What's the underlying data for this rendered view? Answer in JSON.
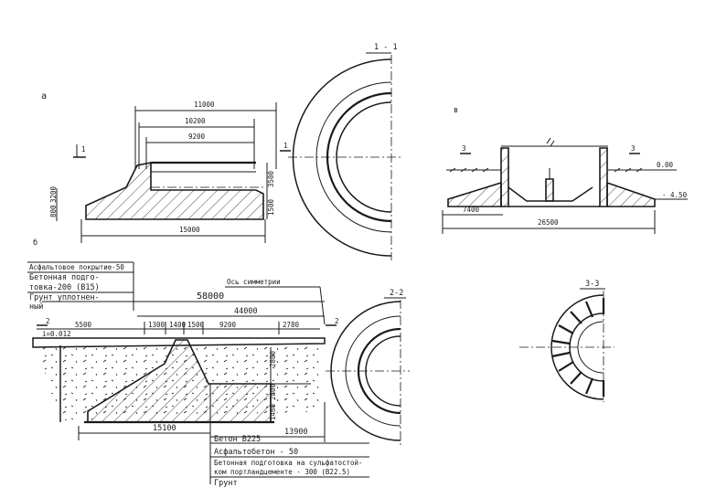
{
  "panel_labels": {
    "a": "а",
    "b": "б",
    "v": "в"
  },
  "section_labels": {
    "s11": "1 - 1",
    "s22": "2-2",
    "s33": "3-3"
  },
  "cut_marks": {
    "c1": "1",
    "c2": "2",
    "c3": "3"
  },
  "top_left": {
    "dims": {
      "d11000": "11000",
      "d10200": "10200",
      "d9200": "9200",
      "d15000": "15000",
      "v800": "800",
      "v3200": "3200",
      "v3500": "3500",
      "v1500": "1500"
    }
  },
  "top_right": {
    "dims": {
      "d7400": "7400",
      "d26500": "26500",
      "lv0": "0.00",
      "lvm450": "- 4.50"
    }
  },
  "bottom": {
    "legend_left": [
      "Асфальтовое покрытие-50",
      "Бетонная подго-",
      "товка-200 (В15)",
      "Грунт уплотнен-",
      "ный"
    ],
    "axis_label": "Ось симметрии",
    "dims": {
      "d58000": "58000",
      "d44000": "44000",
      "d5500": "5500",
      "d1300": "1300",
      "d1400": "1400",
      "d1500": "1500",
      "d9200": "9200",
      "d2780": "2780",
      "d15100": "15100",
      "d13900": "13900",
      "v2800a": "2800",
      "v2800b": "2800",
      "v1460": "1460",
      "slope": "i=0.012"
    },
    "legend_right": [
      "Бетон  В225",
      "Асфальтобетон - 50",
      "Бетонная подготовка на сульфатостой-",
      "ком портландцементе - 300 (В22.5)",
      "Грунт"
    ]
  }
}
